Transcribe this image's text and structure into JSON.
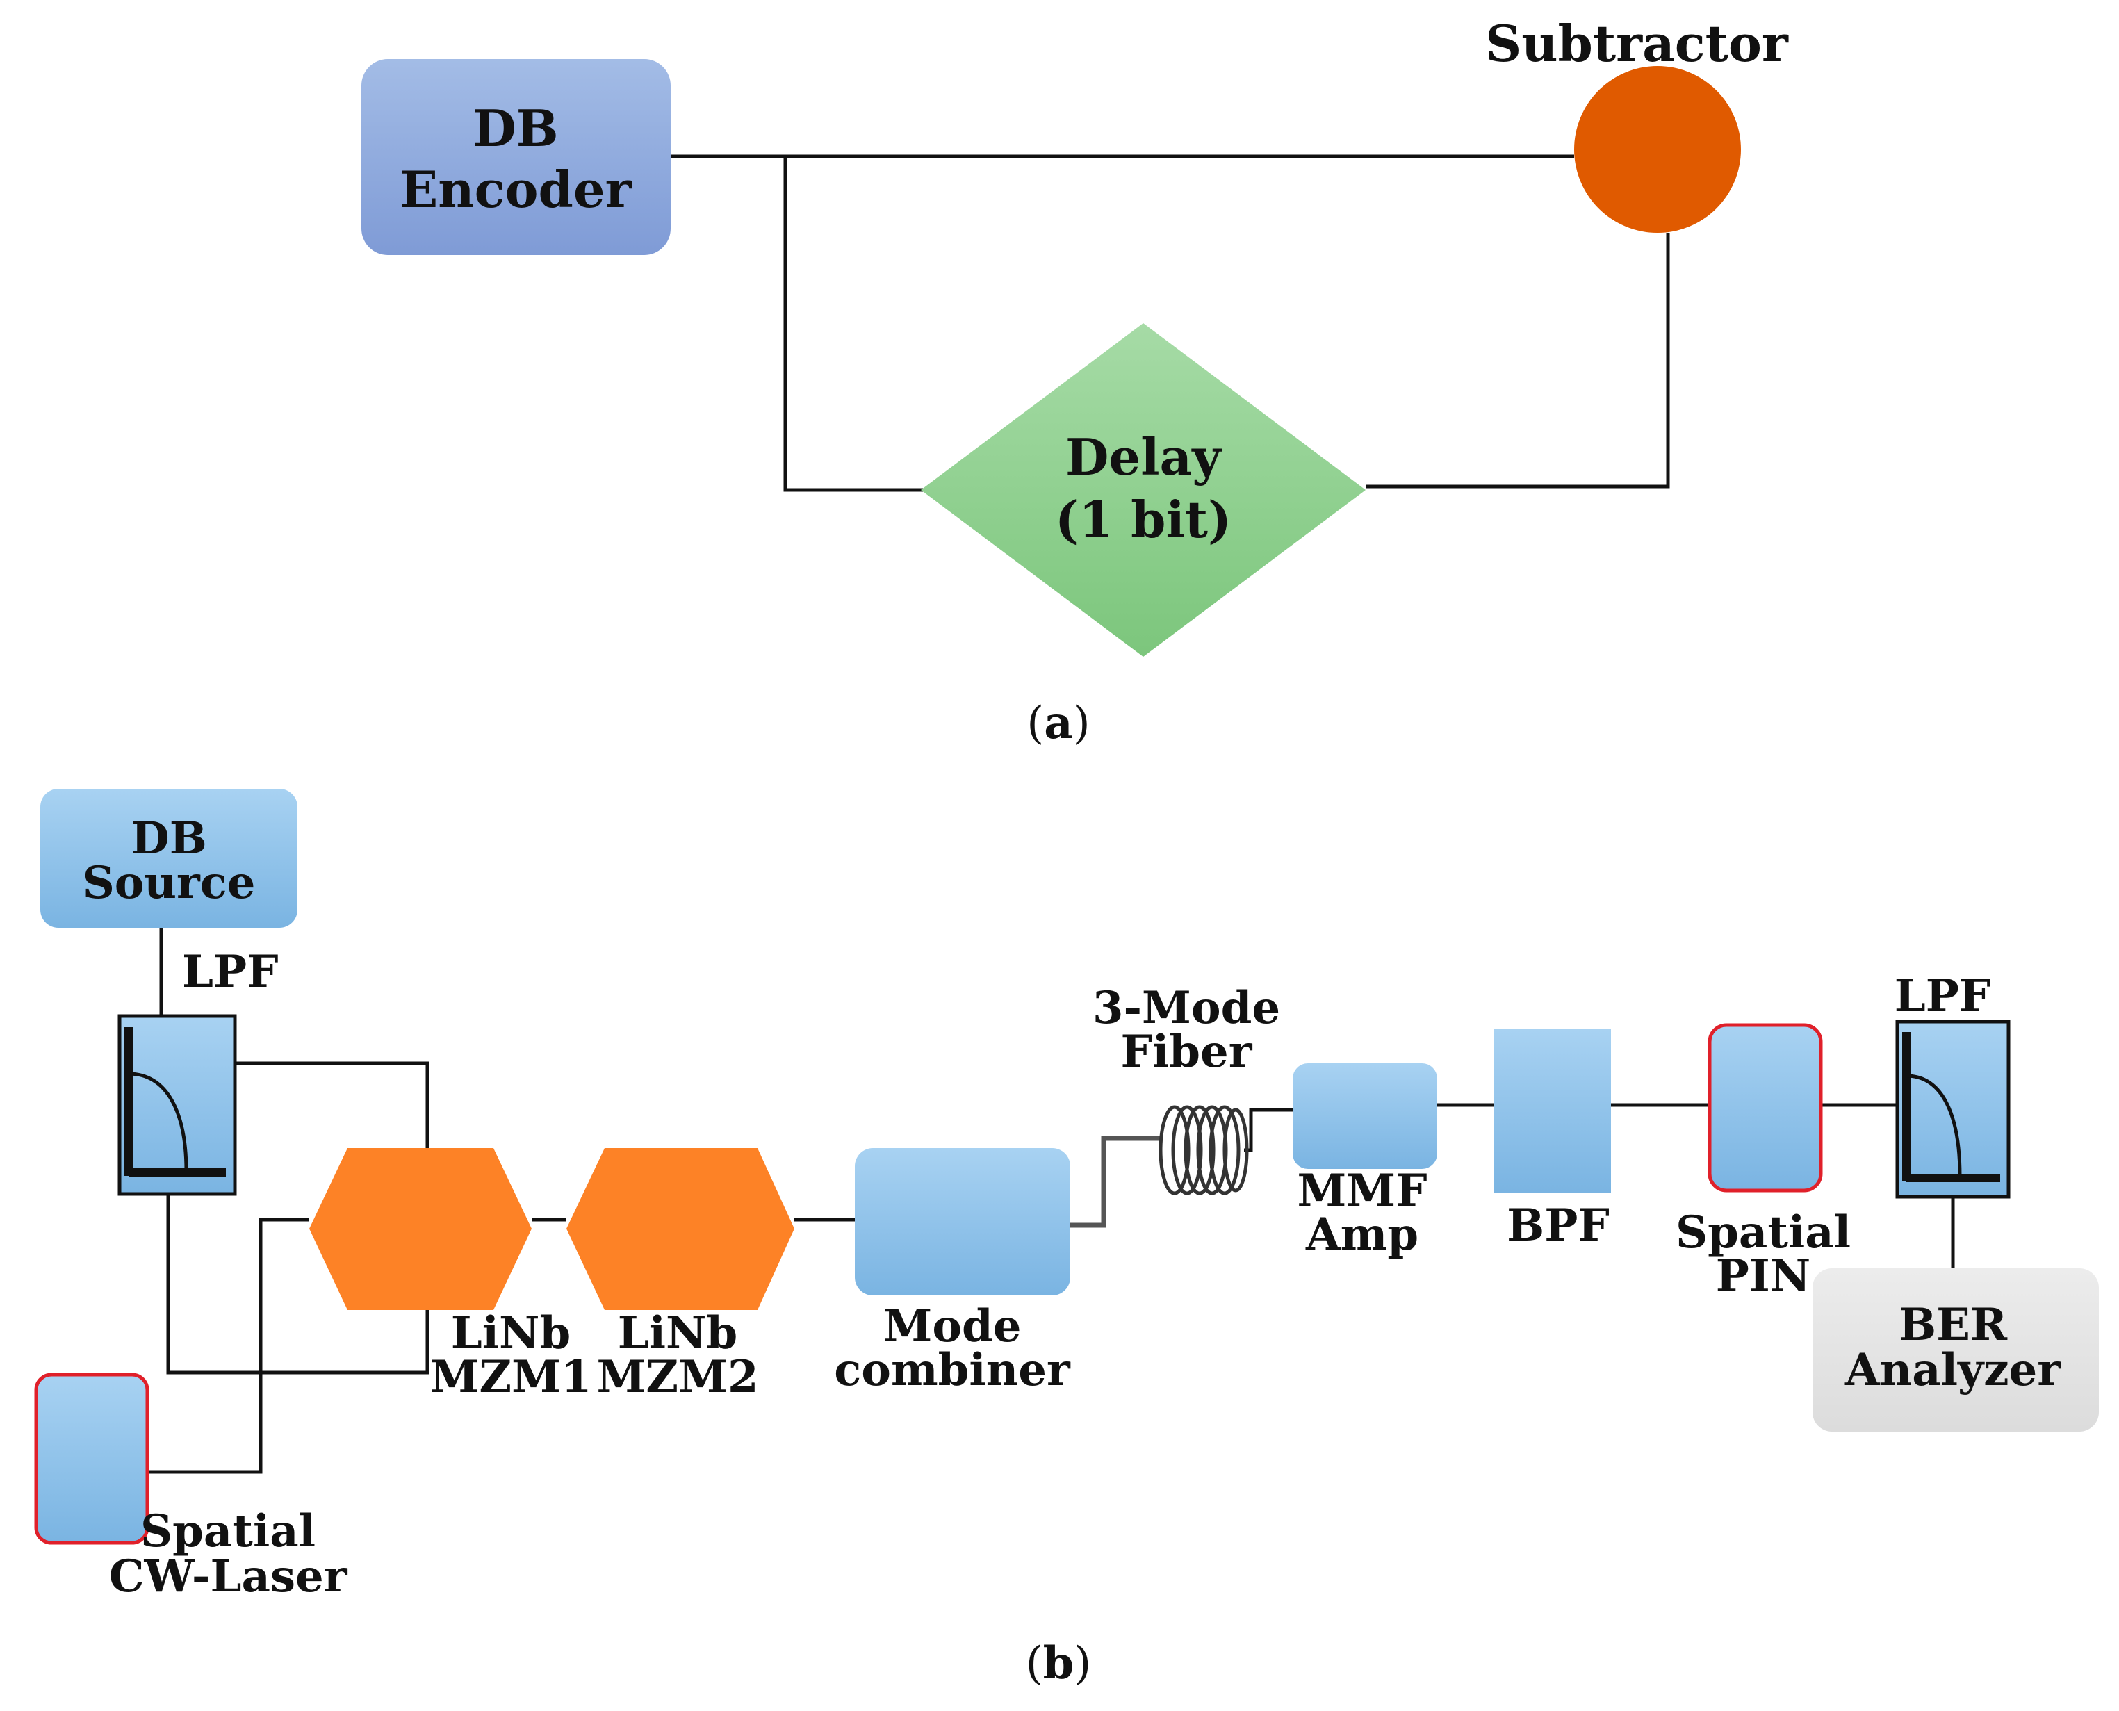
{
  "panel_a": {
    "caption": "a",
    "encoder_line1": "DB",
    "encoder_line2": "Encoder",
    "subtractor": "Subtractor",
    "delay_line1": "Delay",
    "delay_line2": "(1 bit)"
  },
  "panel_b": {
    "caption": "b",
    "db_source_line1": "DB",
    "db_source_line2": "Source",
    "lpf_tx": "LPF",
    "mzm1_line1": "LiNb",
    "mzm1_line2": "MZM1",
    "mzm2_line1": "LiNb",
    "mzm2_line2": "MZM2",
    "laser_line1": "Spatial",
    "laser_line2": "CW-Laser",
    "mode_combiner_line1": "Mode",
    "mode_combiner_line2": "combiner",
    "fiber_line1": "3-Mode",
    "fiber_line2": "Fiber",
    "amp_line1": "MMF",
    "amp_line2": "Amp",
    "bpf": "BPF",
    "pin_line1": "Spatial",
    "pin_line2": "PIN",
    "lpf_rx": "LPF",
    "ber_line1": "BER",
    "ber_line2": "Analyzer"
  },
  "colors": {
    "encoder_box": "#8fa9dc",
    "subtractor": "#e05a00",
    "delay": "#8fd08f",
    "blue_block": "#8cc0e8",
    "mzm": "#fd8226",
    "laser_border": "#e0202a",
    "ber_box": "#e3e3e3"
  }
}
